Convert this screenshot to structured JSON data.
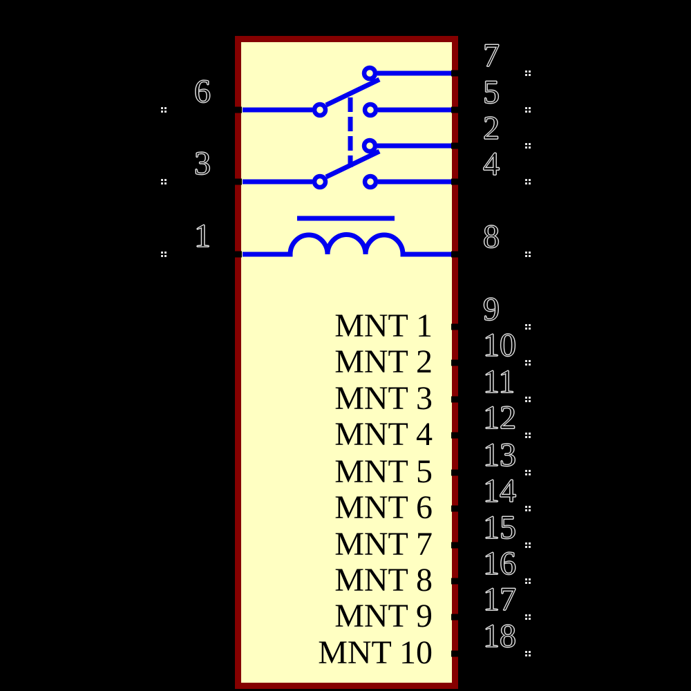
{
  "window": {
    "background_color": "#000000"
  },
  "component": {
    "body_fill": "#FFFFC2",
    "border_color": "#850000",
    "graphics_color": "#0000F0",
    "pin_number_color": "#000000",
    "pin_number_outline_color": "#E8E8E8",
    "label_color": "#000000"
  },
  "pins": {
    "left": [
      "6",
      "3",
      "1"
    ],
    "right": [
      "7",
      "5",
      "2",
      "4",
      "8",
      "9",
      "10",
      "11",
      "12",
      "13",
      "14",
      "15",
      "16",
      "17",
      "18"
    ]
  },
  "labels": {
    "mnt": [
      "MNT 1",
      "MNT 2",
      "MNT 3",
      "MNT 4",
      "MNT 5",
      "MNT 6",
      "MNT 7",
      "MNT 8",
      "MNT 9",
      "MNT 10"
    ]
  }
}
